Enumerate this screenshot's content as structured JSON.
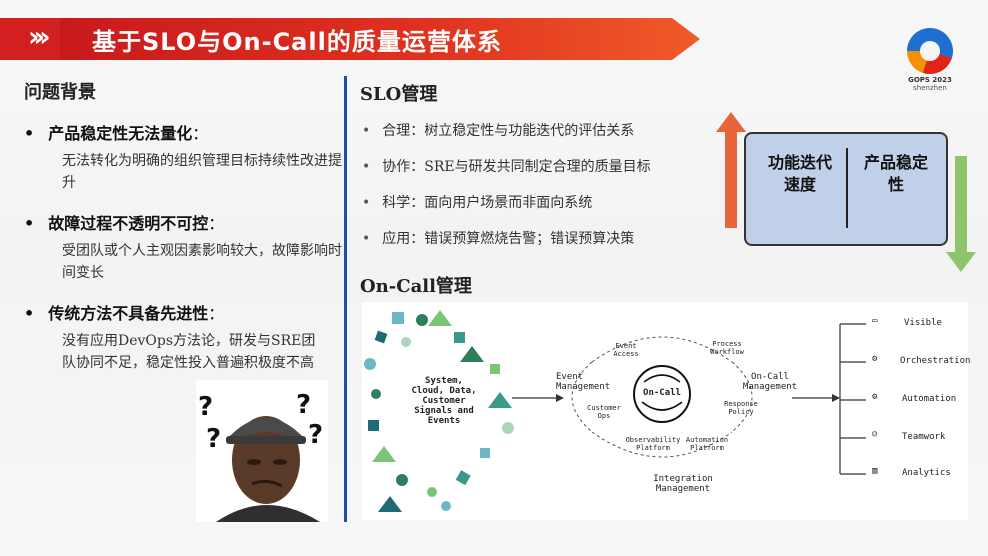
{
  "header": {
    "title": "基于SLO与On-Call的质量运营体系",
    "logo_name": "GOPS 2023",
    "logo_sub": "shenzhen"
  },
  "left": {
    "heading": "问题背景",
    "items": [
      {
        "title": "产品稳定性无法量化",
        "suffix": "：",
        "body": "无法转化为明确的组织管理目标持续性改进提升"
      },
      {
        "title": "故障过程不透明不可控",
        "suffix": "：",
        "body": "受团队或个人主观因素影响较大，故障影响时间变长"
      },
      {
        "title": "传统方法不具备先进性",
        "suffix": "：",
        "body": "没有应用DevOps方法论，研发与SRE团队协同不足，稳定性投入普遍积极度不高"
      }
    ]
  },
  "slo": {
    "heading": "SLO管理",
    "items": [
      "合理：树立稳定性与功能迭代的评估关系",
      "协作：SRE与研发共同制定合理的质量目标",
      "科学：面向用户场景而非面向系统",
      "应用：错误预算燃烧告警；错误预算决策"
    ]
  },
  "balance": {
    "left": "功能迭代速度",
    "right": "产品稳定性",
    "up_color": "#e8643a",
    "down_color": "#8fc46b"
  },
  "oncall": {
    "heading": "On-Call管理",
    "inputs_text": "System, Cloud, Data, Customer Signals and Events",
    "center": "On-Call",
    "nodes": {
      "event": "Event Management",
      "oncall": "On-Call Management",
      "integration": "Integration Management",
      "event_access": "Event Access",
      "process_workflow": "Process Workflow",
      "customer_ops": "Customer Ops",
      "response_policy": "Response Policy",
      "observability": "Observability Platform",
      "automation_platform": "Automation Platform"
    },
    "outputs": [
      "Visible",
      "Orchestration",
      "Automation",
      "Teamwork",
      "Analytics"
    ]
  }
}
